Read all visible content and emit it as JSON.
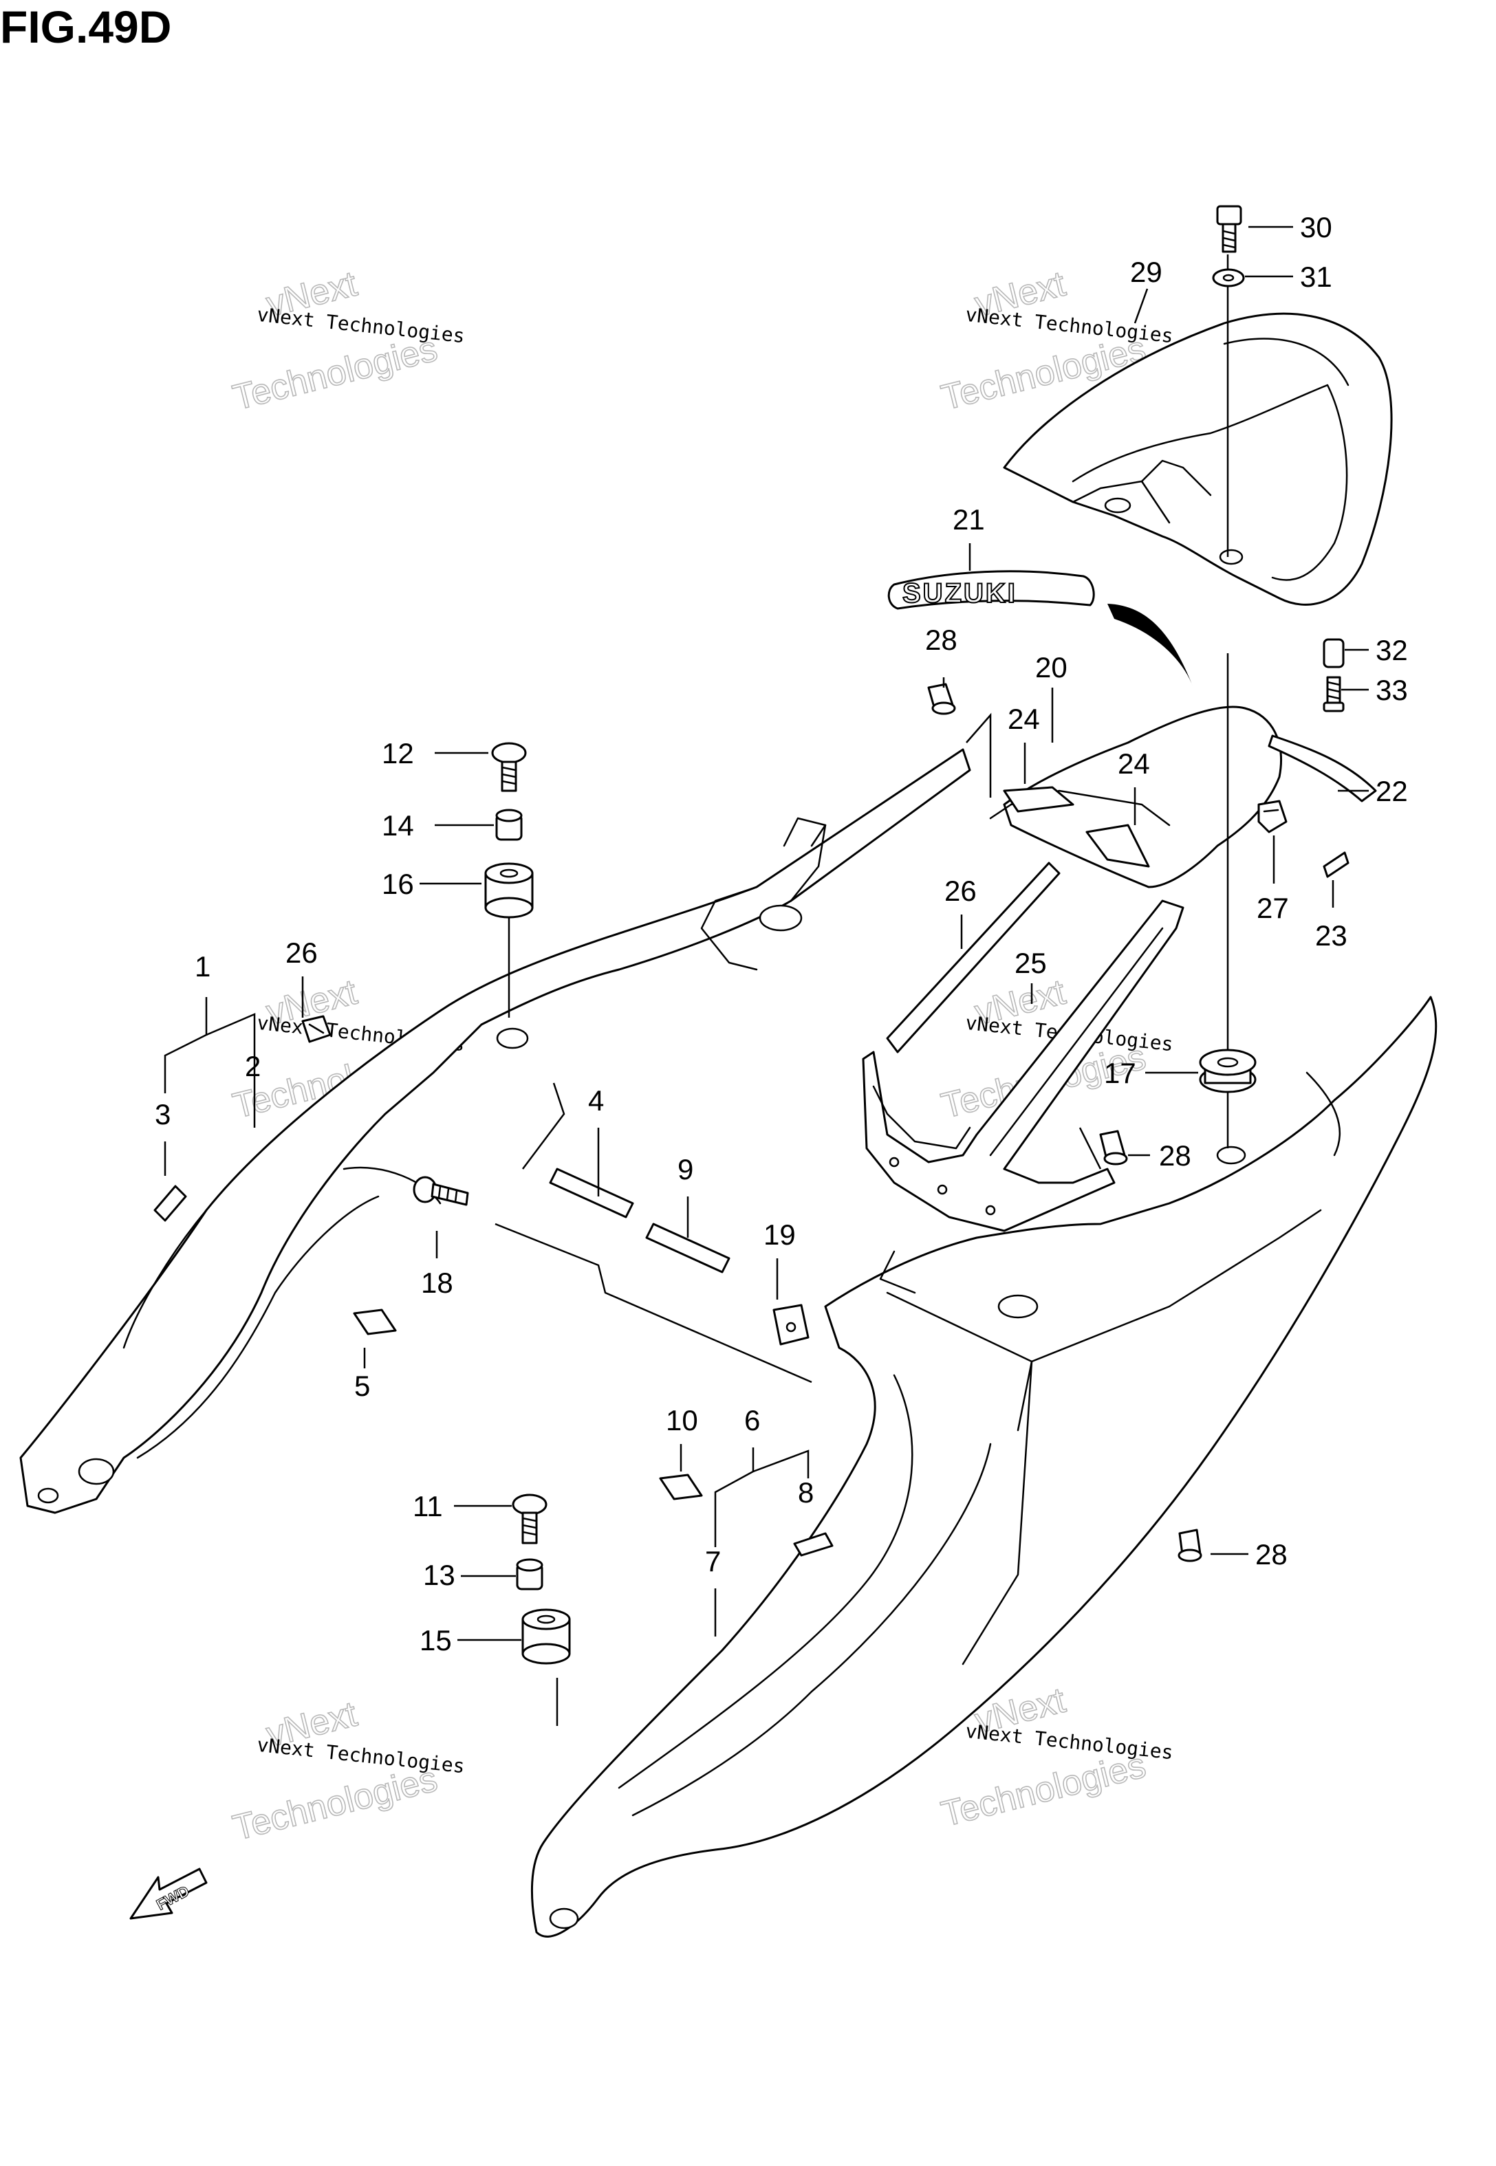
{
  "figure": {
    "title": "FIG.49D"
  },
  "watermark": {
    "line1": "vNext Technologies",
    "line2a": "vNext",
    "line2b": "Technologies"
  },
  "logo_text": "SUZUKI",
  "fwd_label": "FWD",
  "callouts": [
    "1",
    "2",
    "3",
    "4",
    "5",
    "6",
    "7",
    "8",
    "9",
    "10",
    "11",
    "12",
    "13",
    "14",
    "15",
    "16",
    "17",
    "18",
    "19",
    "20",
    "21",
    "22",
    "23",
    "24",
    "25",
    "26",
    "27",
    "28",
    "29",
    "30",
    "31",
    "32",
    "33"
  ]
}
